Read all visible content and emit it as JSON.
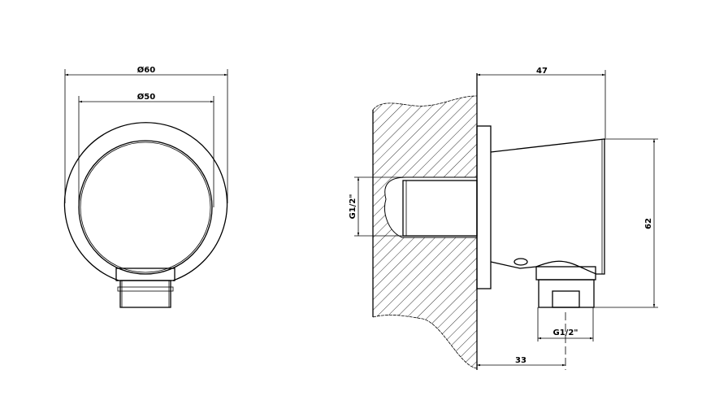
{
  "front_view": {
    "outer_diameter_label": "Ø60",
    "inner_diameter_label": "Ø50"
  },
  "side_view": {
    "depth_label": "47",
    "height_label": "62",
    "outlet_offset_label": "33",
    "outlet_thread_label": "G1/2\"",
    "inlet_thread_label": "G1/2\""
  }
}
